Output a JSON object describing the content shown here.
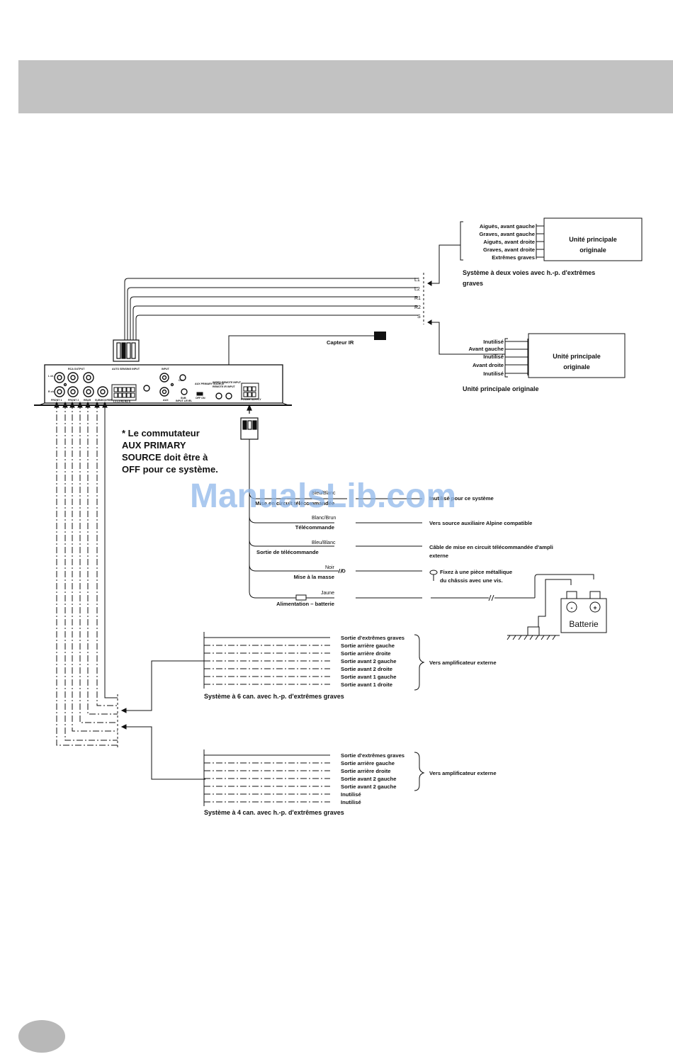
{
  "header": {
    "band_color": "#c2c2c2"
  },
  "watermark": {
    "text": "ManualsLib.com",
    "color": "#8fb8ea"
  },
  "device": {
    "panel_labels": {
      "rca_output": "RCA OUTPUT",
      "auto_sensing_input": "AUTO SENSING INPUT",
      "input": "INPUT",
      "wired_remote_input": "WIRED REMOTE INPUT",
      "remote_ir_input": "REMOTE IR INPUT",
      "power_supply": "POWER SUPPLY",
      "front1": "FRONT 1",
      "front2": "FRONT 2",
      "rear": "REAR",
      "subwoofer": "SUBWOOFER",
      "aux": "AUX",
      "aux_primary_source": "AUX PRIMARY SOURCE",
      "off_on": "OFF ON",
      "clip": "CLIP",
      "sub": "SUB",
      "input_level": "INPUT LEVEL",
      "pin_row": "L1 L2 R1 R2 S",
      "lch": "L ch",
      "rch": "R ch"
    }
  },
  "input_pins": [
    "L1",
    "L2",
    "R1",
    "R2",
    "S"
  ],
  "capteur_label": "Capteur IR",
  "note": {
    "lines": [
      "* Le commutateur",
      "AUX PRIMARY",
      "SOURCE doit être à",
      "OFF pour ce système."
    ]
  },
  "head_unit_two_way": {
    "box": [
      "Unité principale",
      "originale"
    ],
    "channels": [
      "Aiguës, avant gauche",
      "Graves, avant gauche",
      "Aiguës, avant droite",
      "Graves, avant droite",
      "Extrêmes graves"
    ],
    "caption_lines": [
      "Système à deux voies avec h.-p. d'extrêmes",
      "graves"
    ]
  },
  "head_unit_orig": {
    "box": [
      "Unité principale",
      "originale"
    ],
    "channels": [
      "Inutilisé",
      "Avant gauche",
      "Inutilisé",
      "Avant droite",
      "Inutilisé"
    ],
    "caption": "Unité principale originale"
  },
  "power_wires": [
    {
      "color": "Bleu/Blanc",
      "label": "Mise en circuit télécommandée",
      "destination": [
        "Inutilisé pour ce système"
      ]
    },
    {
      "color": "Blanc/Brun",
      "label": "Télécommande",
      "destination": [
        "Vers source auxiliaire Alpine compatible"
      ]
    },
    {
      "color": "Bleu/Blanc",
      "label": "Sortie de télécommande",
      "destination": [
        "Câble de mise en circuit télécommandée d'ampli",
        "externe"
      ]
    },
    {
      "color": "Noir",
      "label": "Mise à la masse",
      "destination": [
        "Fixez à une pièce métallique",
        "du châssis avec une vis."
      ]
    },
    {
      "color": "Jaune",
      "label": "Alimentation – batterie",
      "destination": []
    }
  ],
  "battery": {
    "label": "Batterie",
    "minus": "-",
    "plus": "+"
  },
  "system_6ch": {
    "outputs": [
      "Sortie d'extrêmes graves",
      "Sortie arrière gauche",
      "Sortie arrière droite",
      "Sortie avant 2 gauche",
      "Sortie avant 2 droite",
      "Sortie avant 1 gauche",
      "Sortie avant 1 droite"
    ],
    "destination": "Vers amplificateur externe",
    "caption": "Système à 6 can. avec h.-p. d'extrêmes graves"
  },
  "system_4ch": {
    "outputs": [
      "Sortie d'extrêmes graves",
      "Sortie arrière gauche",
      "Sortie arrière droite",
      "Sortie avant 2 gauche",
      "Sortie avant 2 gauche",
      "Inutilisé",
      "Inutilisé"
    ],
    "destination": "Vers amplificateur externe",
    "caption": "Système à 4 can. avec h.-p. d'extrêmes graves"
  },
  "footer": {
    "bubble_color": "#b8b8b8"
  }
}
